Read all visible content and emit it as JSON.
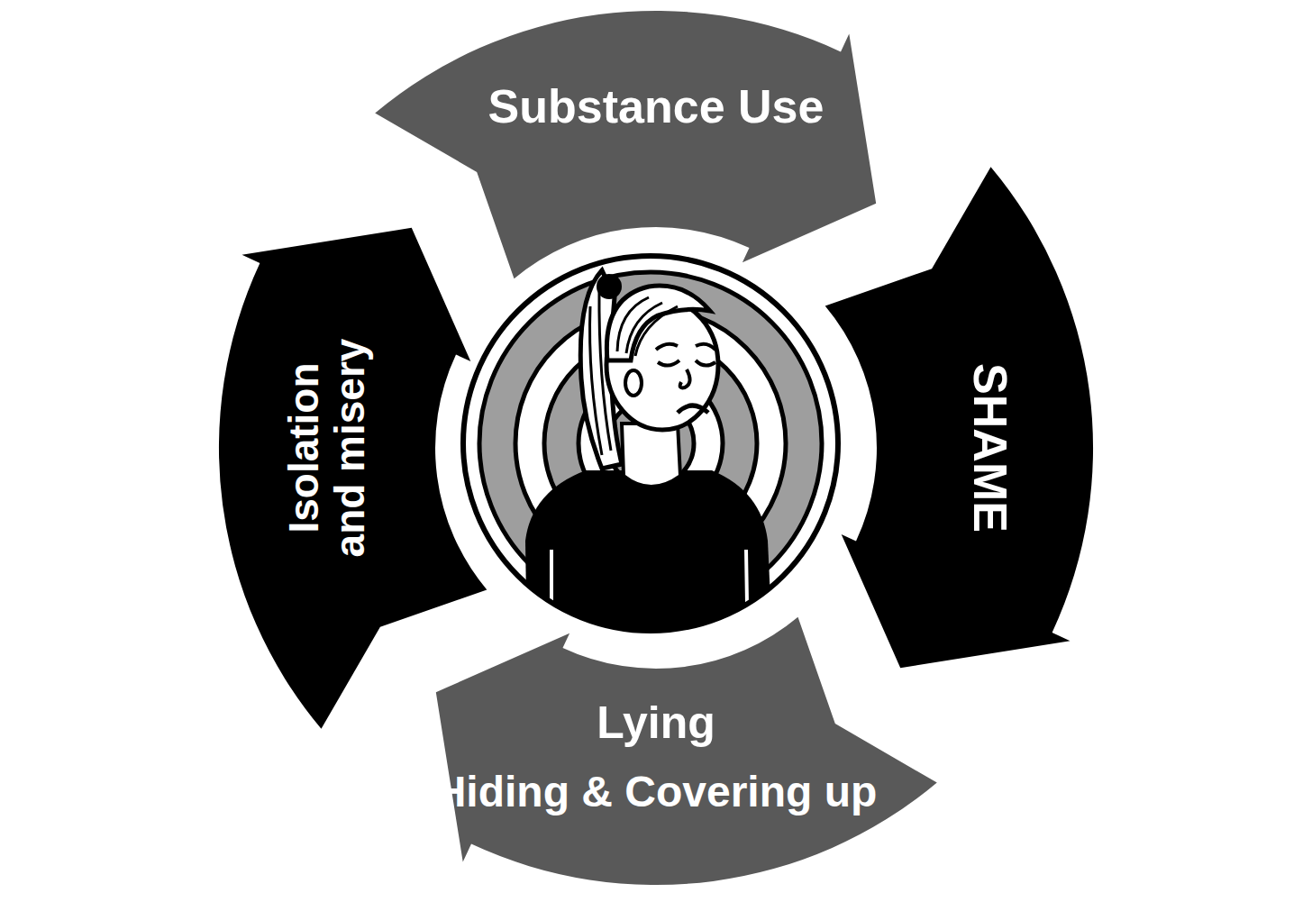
{
  "diagram": {
    "nodes": [
      {
        "text": [
          "Substance Use"
        ]
      },
      {
        "text": [
          "SHAME"
        ]
      },
      {
        "text": [
          "Lying",
          "Hiding & Covering up"
        ]
      },
      {
        "text": [
          "Isolation and misery"
        ]
      }
    ]
  }
}
